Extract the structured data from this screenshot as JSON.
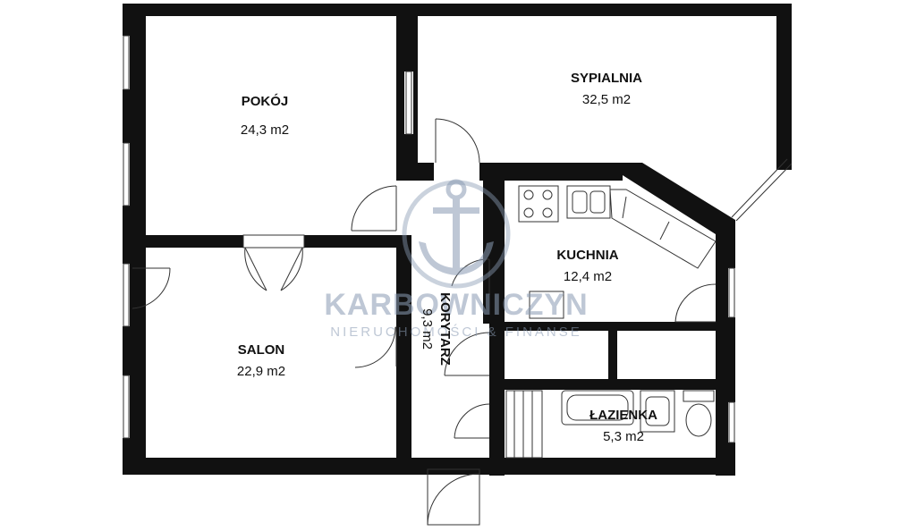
{
  "rooms": {
    "pokoj": {
      "name": "POKÓJ",
      "area": "24,3 m2"
    },
    "sypialnia": {
      "name": "SYPIALNIA",
      "area": "32,5 m2"
    },
    "kuchnia": {
      "name": "KUCHNIA",
      "area": "12,4 m2"
    },
    "korytarz": {
      "name": "KORYTARZ",
      "area": "9,3 m2"
    },
    "salon": {
      "name": "SALON",
      "area": "22,9 m2"
    },
    "lazienka": {
      "name": "ŁAZIENKA",
      "area": "5,3 m2"
    }
  },
  "watermark": {
    "brand": "KARBOWNICZYN",
    "tagline": "NIERUCHOMOŚCI & FINANSE",
    "logo_icon": "anchor-icon"
  },
  "colors": {
    "wall": "#111111",
    "line": "#333333",
    "watermark": "#8a9bb3"
  }
}
